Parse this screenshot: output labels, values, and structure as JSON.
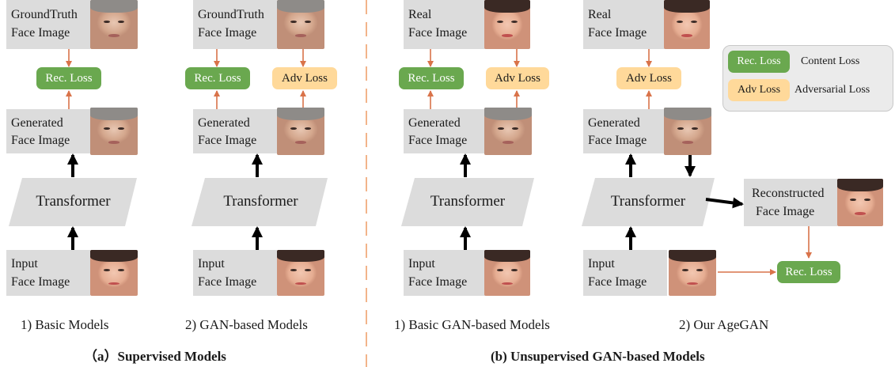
{
  "labels": {
    "groundtruth_face": [
      "GroundTruth",
      "Face Image"
    ],
    "real_face": [
      "Real",
      "Face Image"
    ],
    "generated_face": [
      "Generated",
      "Face Image"
    ],
    "input_face": [
      "Input",
      "Face Image"
    ],
    "reconstructed_face": [
      "Reconstructed",
      "Face Image"
    ],
    "transformer": "Transformer",
    "rec_loss": "Rec. Loss",
    "adv_loss": "Adv Loss"
  },
  "legend": {
    "rec_item": "Rec. Loss",
    "rec_desc": "Content Loss",
    "adv_item": "Adv Loss",
    "adv_desc": "Adversarial Loss"
  },
  "captions": {
    "basic_models": "1) Basic  Models",
    "gan_based_models": "2) GAN-based  Models",
    "basic_gan_models": "1) Basic GAN-based  Models",
    "our_agegan": "2) Our AgeGAN"
  },
  "sections": {
    "supervised": "（a）Supervised Models",
    "unsupervised": "(b) Unsupervised GAN-based Models"
  },
  "colors": {
    "green": "#6aa84f",
    "yellow": "#ffd99a",
    "orange_arrow": "#d9734a",
    "divider": "#f2b48a",
    "grey_box": "#dcdcdc"
  }
}
